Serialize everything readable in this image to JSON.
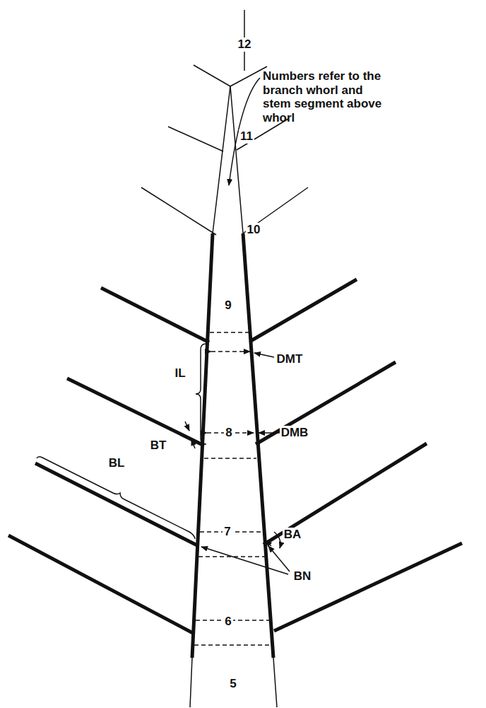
{
  "diagram": {
    "labels": [
      "12",
      "11",
      "10",
      "Numbers refer to the branch whorl and stem segment above whorl",
      "9",
      "DMT",
      "IL",
      "8",
      "DMB",
      "BT",
      "BL",
      "7",
      "BA",
      "BN",
      "6",
      "5"
    ]
  }
}
